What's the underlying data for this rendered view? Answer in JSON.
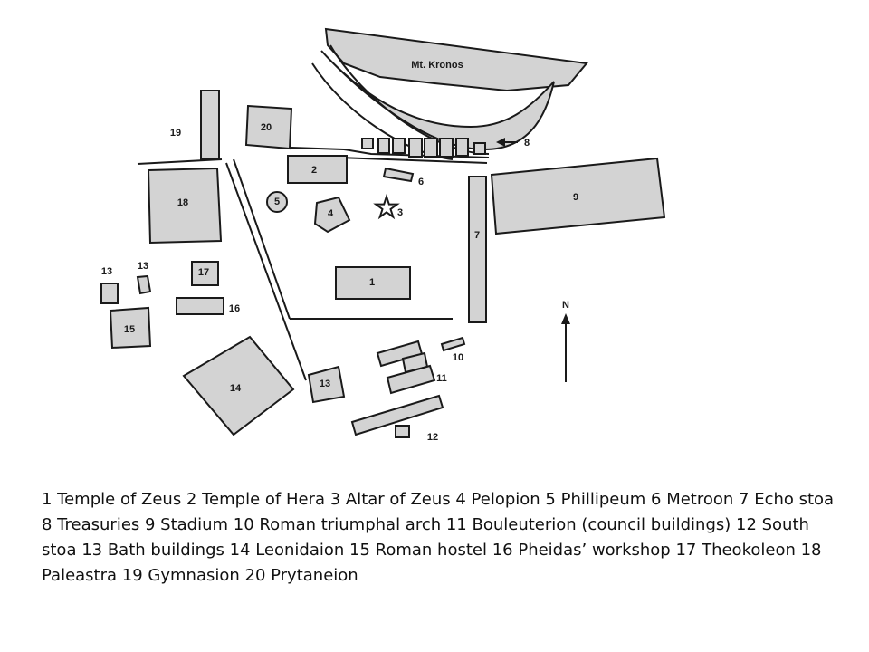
{
  "map": {
    "hill_label": "Mt. Kronos",
    "north_label": "N",
    "labels": {
      "b1": "1",
      "b2": "2",
      "b3": "3",
      "b4": "4",
      "b5": "5",
      "b6": "6",
      "b7": "7",
      "b8": "8",
      "b9": "9",
      "b10": "10",
      "b11": "11",
      "b12": "12",
      "b13a": "13",
      "b13b": "13",
      "b13c": "13",
      "b14": "14",
      "b15": "15",
      "b16": "16",
      "b17": "17",
      "b18": "18",
      "b19": "19",
      "b20": "20"
    }
  },
  "caption": "1 Temple of Zeus 2 Temple of Hera 3 Altar of Zeus 4 Pelopion 5 Phillipeum 6 Metroon 7 Echo stoa 8 Treasuries 9 Stadium 10 Roman triumphal arch 11 Bouleuterion (council buildings) 12 South stoa 13 Bath buildings 14 Leonidaion 15 Roman hostel 16 Pheidas’ workshop 17 Theokoleon 18 Paleastra 19 Gymnasion 20 Prytaneion",
  "colors": {
    "building_fill": "#d3d3d3",
    "outline": "#1a1a1a"
  }
}
